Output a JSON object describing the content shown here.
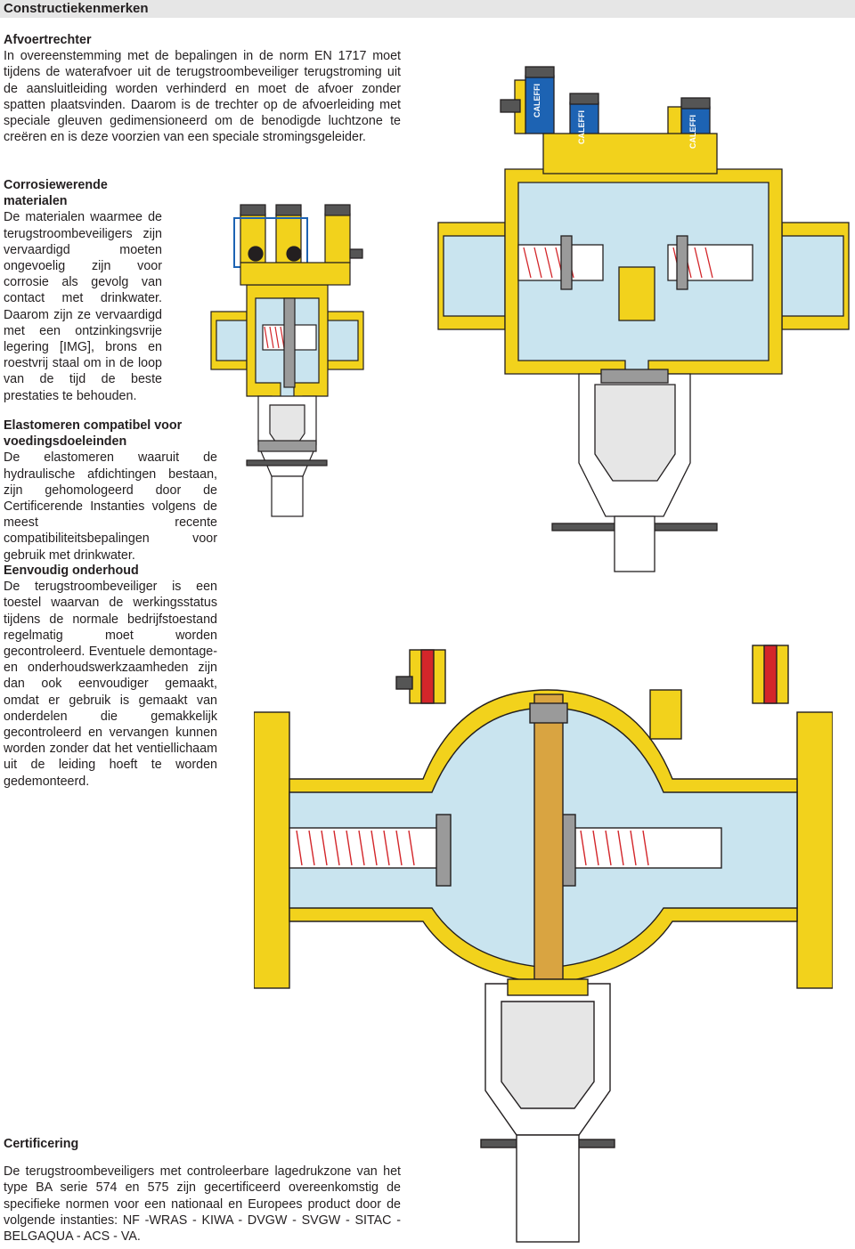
{
  "header": {
    "title": "Constructiekenmerken"
  },
  "sections": {
    "afvoer": {
      "heading": "Afvoertrechter",
      "body": "In overeenstemming met de bepalingen in de norm EN 1717 moet tijdens de waterafvoer uit de terugstroombeveiliger terugstroming uit de aansluitleiding worden verhinderd en moet de afvoer zonder spatten plaatsvinden. Daarom is de trechter op de afvoerleiding met speciale gleuven gedimensioneerd om de benodigde luchtzone te creëren en is deze voorzien van een speciale stromingsgeleider."
    },
    "corrosie": {
      "heading": "Corrosiewerende materialen",
      "body": "De materialen waarmee de terugstroombeveiligers zijn vervaardigd moeten ongevoelig zijn voor corrosie als gevolg van contact met drinkwater. Daarom zijn ze vervaardigd met een ontzinkingsvrije legering [IMG], brons en roestvrij staal om in de loop van de tijd de beste prestaties te behouden."
    },
    "elastomeren": {
      "heading": "Elastomeren compatibel voor voedingsdoeleinden",
      "body": "De elastomeren waaruit de hydraulische afdichtingen bestaan, zijn gehomologeerd door de Certificerende Instanties volgens de meest recente compatibiliteitsbepalingen voor gebruik met drinkwater."
    },
    "onderhoud": {
      "heading": "Eenvoudig onderhoud",
      "body": "De terugstroombeveiliger is een toestel waarvan de werkingsstatus tijdens de normale bedrijfstoestand regelmatig moet worden gecontroleerd. Eventuele demontage- en onderhoudswerkzaamheden zijn dan ook eenvoudiger gemaakt, omdat er gebruik is gemaakt van onderdelen die gemakkelijk gecontroleerd en vervangen kunnen worden zonder dat het ventiellichaam uit de leiding hoeft te worden gedemonteerd."
    },
    "certificering": {
      "heading": "Certificering",
      "body": "De terugstroombeveiligers met controleerbare lagedrukzone van het type BA serie 574 en 575 zijn gecertificeerd overeenkomstig de specifieke normen voor een nationaal en Europees product door de volgende instanties: NF -WRAS - KIWA - DVGW - SVGW - SITAC - BELGAQUA - ACS - VA."
    }
  },
  "figures": {
    "brand_label": "CALEFFI",
    "colors": {
      "brass": "#f2d21c",
      "brass_dark": "#c9a800",
      "water": "#c9e4ef",
      "blue_cap": "#1d63b3",
      "red_cap": "#d3262a",
      "outline": "#231f20",
      "metal": "#9a9a9a"
    }
  }
}
